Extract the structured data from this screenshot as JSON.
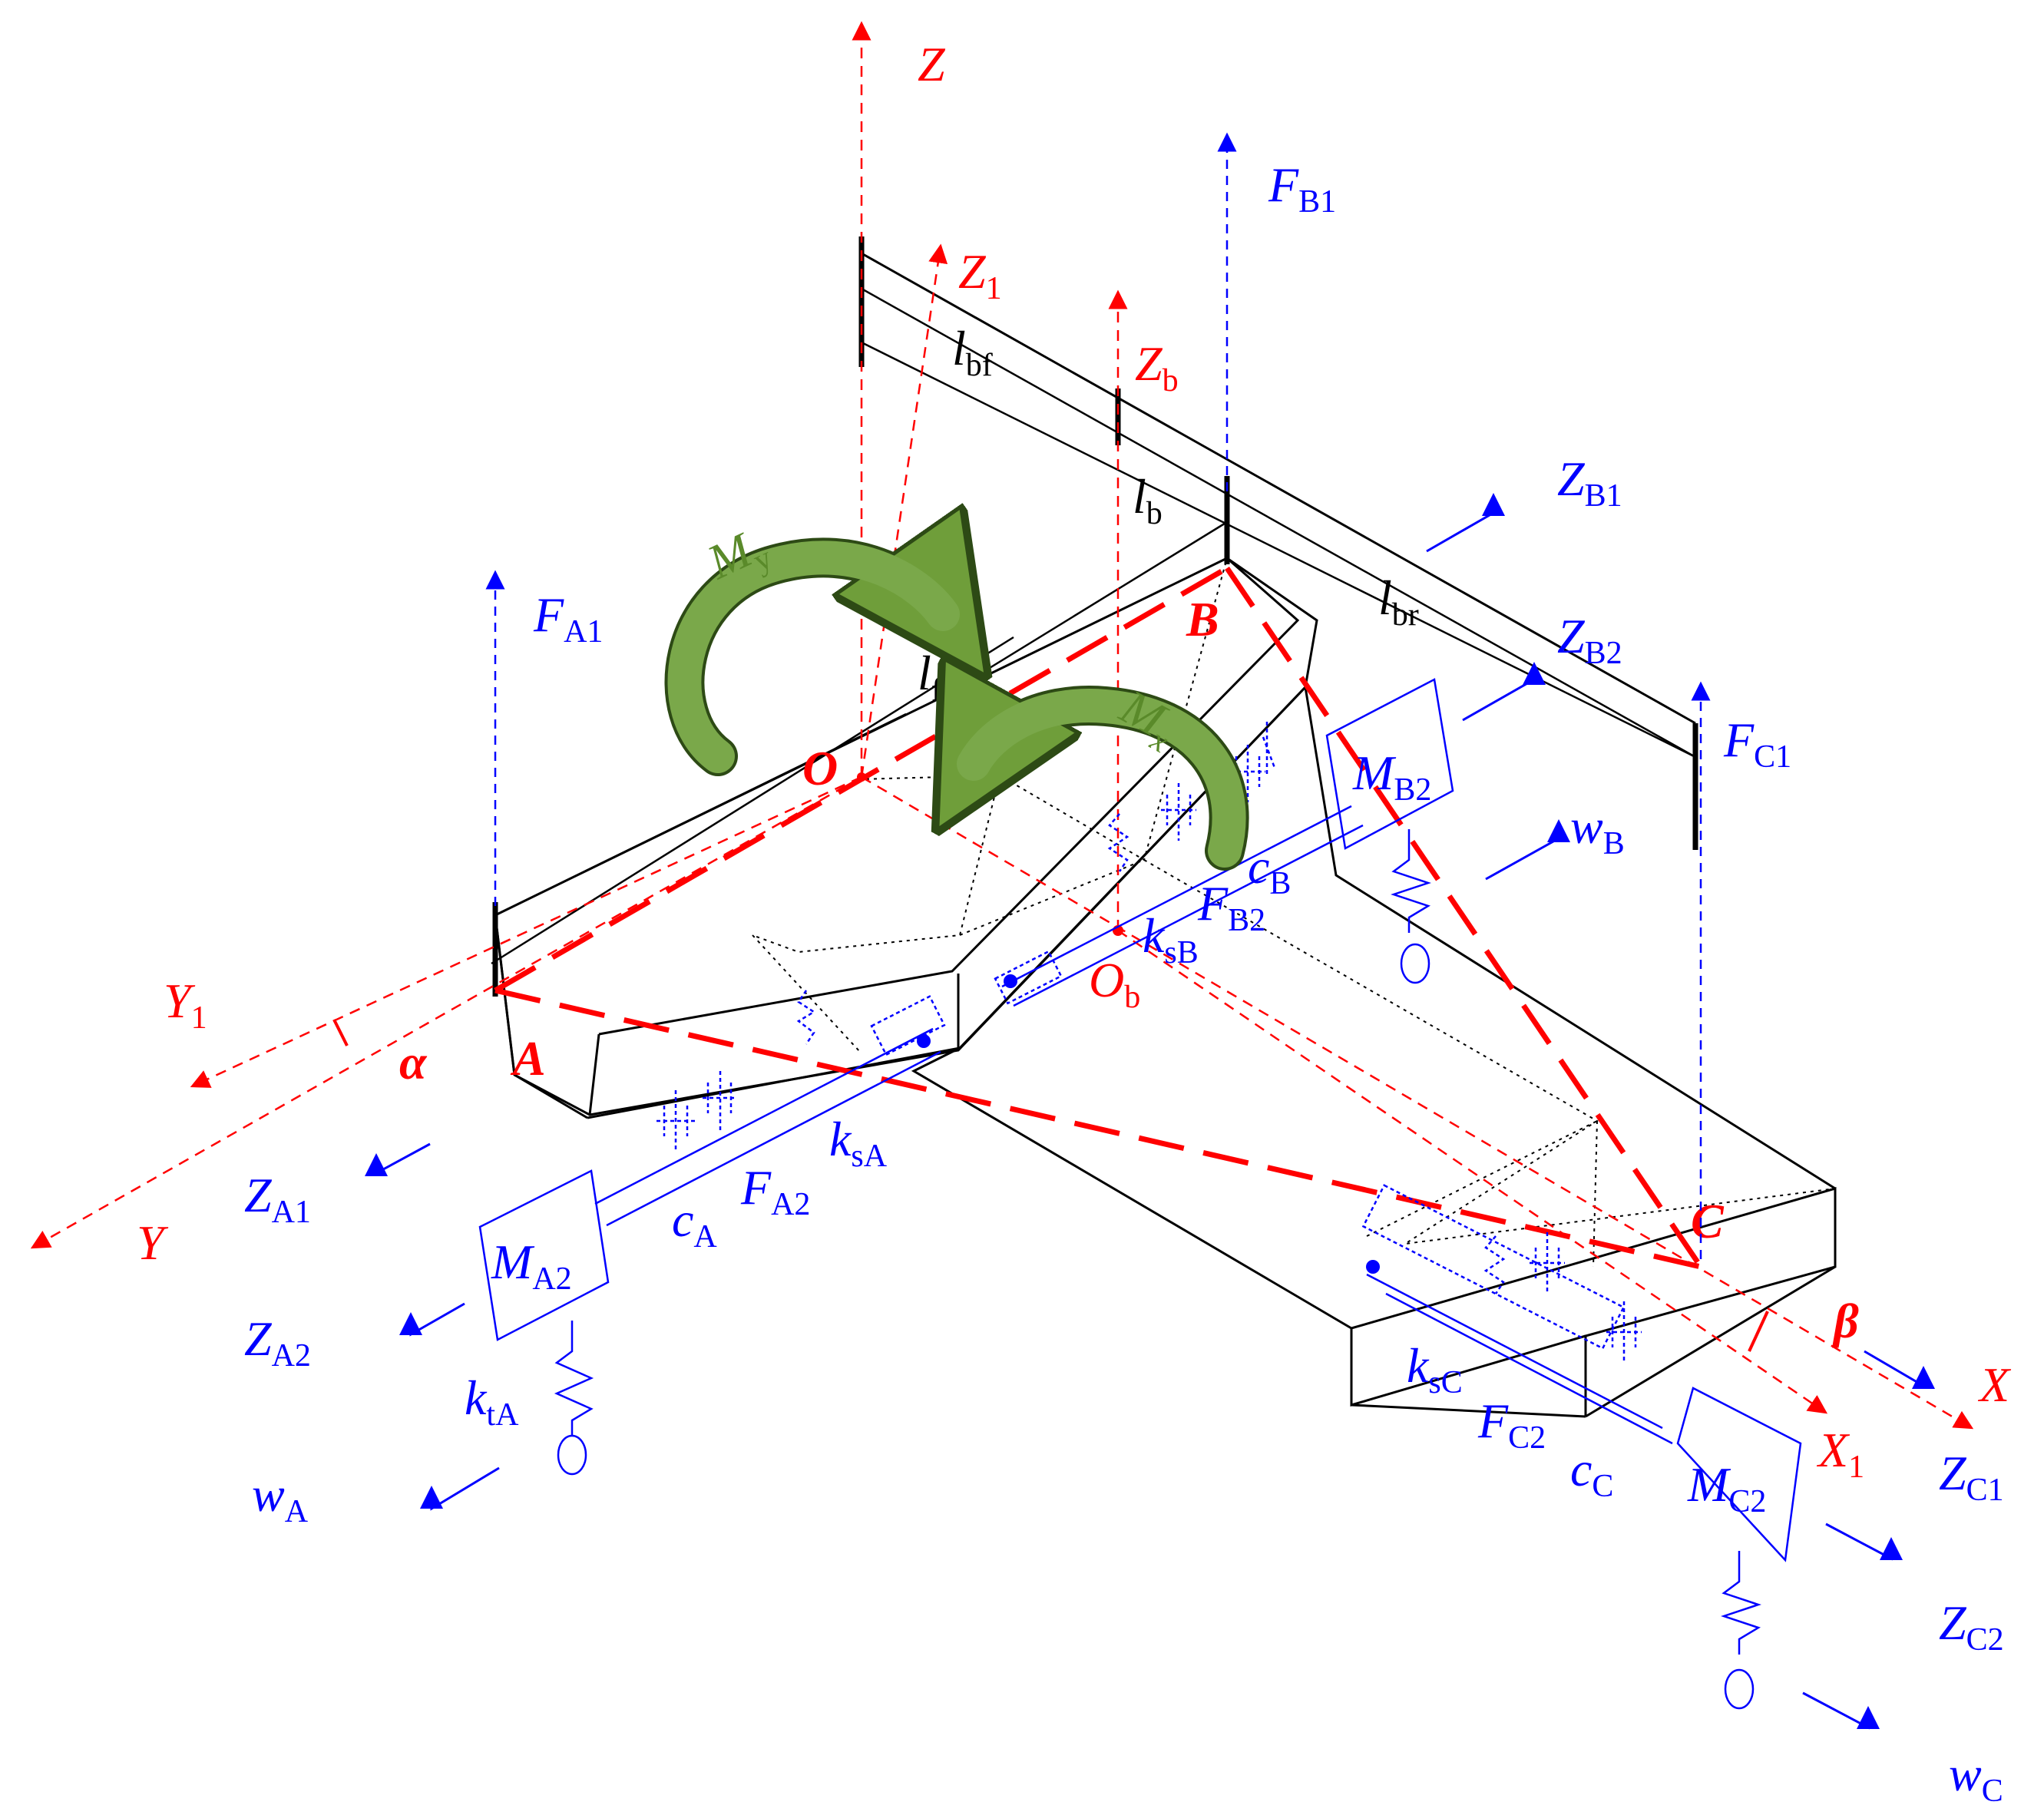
{
  "colors": {
    "axis_red": "#ff0000",
    "force_blue": "#0000ff",
    "body_black": "#000000",
    "moment_green": "#6f9e3a"
  },
  "labels": {
    "Z": {
      "base": "Z",
      "sub": ""
    },
    "Z1": {
      "base": "Z",
      "sub": "1"
    },
    "Zb": {
      "base": "Z",
      "sub": "b"
    },
    "Y": {
      "base": "Y",
      "sub": ""
    },
    "Y1": {
      "base": "Y",
      "sub": "1"
    },
    "X": {
      "base": "X",
      "sub": ""
    },
    "X1": {
      "base": "X",
      "sub": "1"
    },
    "O": {
      "base": "O",
      "sub": ""
    },
    "Ob": {
      "base": "O",
      "sub": "b"
    },
    "A": {
      "base": "A",
      "sub": ""
    },
    "B": {
      "base": "B",
      "sub": ""
    },
    "C": {
      "base": "C",
      "sub": ""
    },
    "alpha": {
      "base": "α",
      "sub": ""
    },
    "beta": {
      "base": "β",
      "sub": ""
    },
    "lbf": {
      "base": "l",
      "sub": "bf"
    },
    "lb": {
      "base": "l",
      "sub": "b"
    },
    "lbr": {
      "base": "l",
      "sub": "br"
    },
    "lf": {
      "base": "l",
      "sub": "f"
    },
    "My": {
      "base": "M",
      "sub": "y"
    },
    "Mx": {
      "base": "M",
      "sub": "x"
    },
    "FA1": {
      "base": "F",
      "sub": "A1"
    },
    "FB1": {
      "base": "F",
      "sub": "B1"
    },
    "FC1": {
      "base": "F",
      "sub": "C1"
    },
    "FA2": {
      "base": "F",
      "sub": "A2"
    },
    "FB2": {
      "base": "F",
      "sub": "B2"
    },
    "FC2": {
      "base": "F",
      "sub": "C2"
    },
    "ZA1": {
      "base": "Z",
      "sub": "A1"
    },
    "ZA2": {
      "base": "Z",
      "sub": "A2"
    },
    "ZB1": {
      "base": "Z",
      "sub": "B1"
    },
    "ZB2": {
      "base": "Z",
      "sub": "B2"
    },
    "ZC1": {
      "base": "Z",
      "sub": "C1"
    },
    "ZC2": {
      "base": "Z",
      "sub": "C2"
    },
    "wA": {
      "base": "w",
      "sub": "A"
    },
    "wB": {
      "base": "w",
      "sub": "B"
    },
    "wC": {
      "base": "w",
      "sub": "C"
    },
    "MA2": {
      "base": "M",
      "sub": "A2"
    },
    "MB2": {
      "base": "M",
      "sub": "B2"
    },
    "MC2": {
      "base": "M",
      "sub": "C2"
    },
    "cA": {
      "base": "c",
      "sub": "A"
    },
    "cB": {
      "base": "c",
      "sub": "B"
    },
    "cC": {
      "base": "c",
      "sub": "C"
    },
    "ksA": {
      "base": "k",
      "sub": "sA"
    },
    "ksB": {
      "base": "k",
      "sub": "sB"
    },
    "ksC": {
      "base": "k",
      "sub": "sC"
    },
    "ktA": {
      "base": "k",
      "sub": "tA"
    }
  }
}
